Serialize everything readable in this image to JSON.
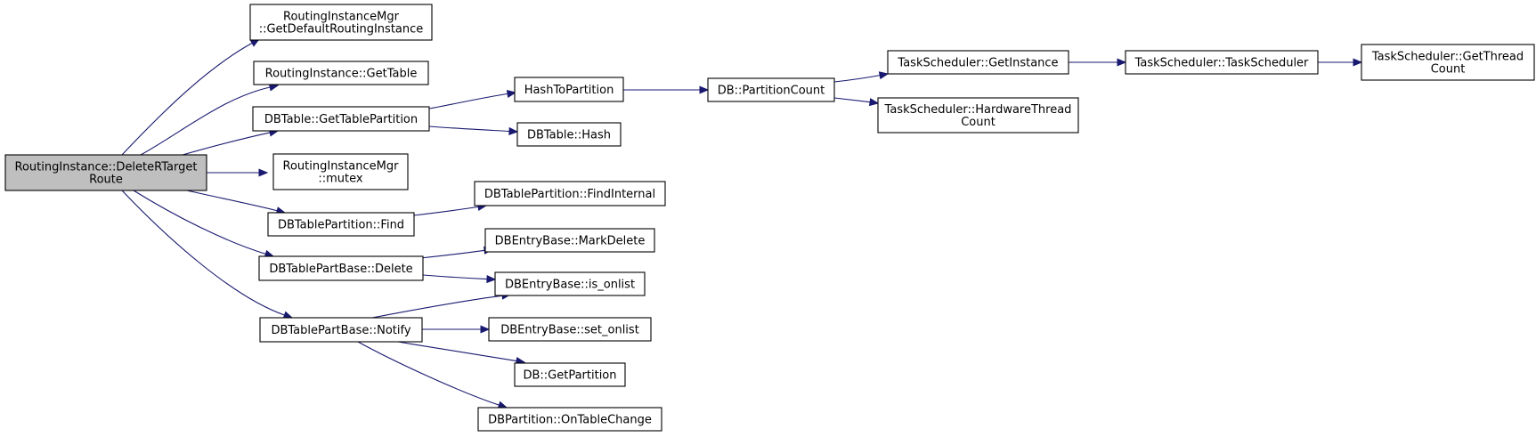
{
  "graph": {
    "nodes": [
      {
        "id": "root",
        "lines": [
          "RoutingInstance::DeleteRTarget",
          "Route"
        ],
        "root": true
      },
      {
        "id": "n_gdri",
        "lines": [
          "RoutingInstanceMgr",
          "::GetDefaultRoutingInstance"
        ]
      },
      {
        "id": "n_ri_gt",
        "lines": [
          "RoutingInstance::GetTable"
        ]
      },
      {
        "id": "n_gtp",
        "lines": [
          "DBTable::GetTablePartition"
        ]
      },
      {
        "id": "n_mutex",
        "lines": [
          "RoutingInstanceMgr",
          "::mutex"
        ]
      },
      {
        "id": "n_find",
        "lines": [
          "DBTablePartition::Find"
        ]
      },
      {
        "id": "n_delete",
        "lines": [
          "DBTablePartBase::Delete"
        ]
      },
      {
        "id": "n_notify",
        "lines": [
          "DBTablePartBase::Notify"
        ]
      },
      {
        "id": "n_h2p",
        "lines": [
          "HashToPartition"
        ]
      },
      {
        "id": "n_hash",
        "lines": [
          "DBTable::Hash"
        ]
      },
      {
        "id": "n_pc",
        "lines": [
          "DB::PartitionCount"
        ]
      },
      {
        "id": "n_tsgi",
        "lines": [
          "TaskScheduler::GetInstance"
        ]
      },
      {
        "id": "n_tshw",
        "lines": [
          "TaskScheduler::HardwareThread",
          "Count"
        ]
      },
      {
        "id": "n_tsts",
        "lines": [
          "TaskScheduler::TaskScheduler"
        ]
      },
      {
        "id": "n_tsgt",
        "lines": [
          "TaskScheduler::GetThread",
          "Count"
        ]
      },
      {
        "id": "n_fi",
        "lines": [
          "DBTablePartition::FindInternal"
        ]
      },
      {
        "id": "n_md",
        "lines": [
          "DBEntryBase::MarkDelete"
        ]
      },
      {
        "id": "n_iso",
        "lines": [
          "DBEntryBase::is_onlist"
        ]
      },
      {
        "id": "n_so",
        "lines": [
          "DBEntryBase::set_onlist"
        ]
      },
      {
        "id": "n_gp",
        "lines": [
          "DB::GetPartition"
        ]
      },
      {
        "id": "n_otc",
        "lines": [
          "DBPartition::OnTableChange"
        ]
      }
    ],
    "edges": [
      {
        "from": "root",
        "to": "n_gdri"
      },
      {
        "from": "root",
        "to": "n_ri_gt"
      },
      {
        "from": "root",
        "to": "n_gtp"
      },
      {
        "from": "root",
        "to": "n_mutex"
      },
      {
        "from": "root",
        "to": "n_find"
      },
      {
        "from": "root",
        "to": "n_delete"
      },
      {
        "from": "root",
        "to": "n_notify"
      },
      {
        "from": "n_gtp",
        "to": "n_h2p"
      },
      {
        "from": "n_gtp",
        "to": "n_hash"
      },
      {
        "from": "n_h2p",
        "to": "n_pc"
      },
      {
        "from": "n_pc",
        "to": "n_tsgi"
      },
      {
        "from": "n_pc",
        "to": "n_tshw"
      },
      {
        "from": "n_tsgi",
        "to": "n_tsts"
      },
      {
        "from": "n_tsts",
        "to": "n_tsgt"
      },
      {
        "from": "n_find",
        "to": "n_fi"
      },
      {
        "from": "n_delete",
        "to": "n_md"
      },
      {
        "from": "n_delete",
        "to": "n_iso"
      },
      {
        "from": "n_notify",
        "to": "n_iso"
      },
      {
        "from": "n_notify",
        "to": "n_so"
      },
      {
        "from": "n_notify",
        "to": "n_gp"
      },
      {
        "from": "n_notify",
        "to": "n_otc"
      }
    ],
    "colors": {
      "edge": "#191970",
      "root_fill": "#bfbfbf",
      "node_fill": "#ffffff",
      "border": "#000000"
    }
  }
}
